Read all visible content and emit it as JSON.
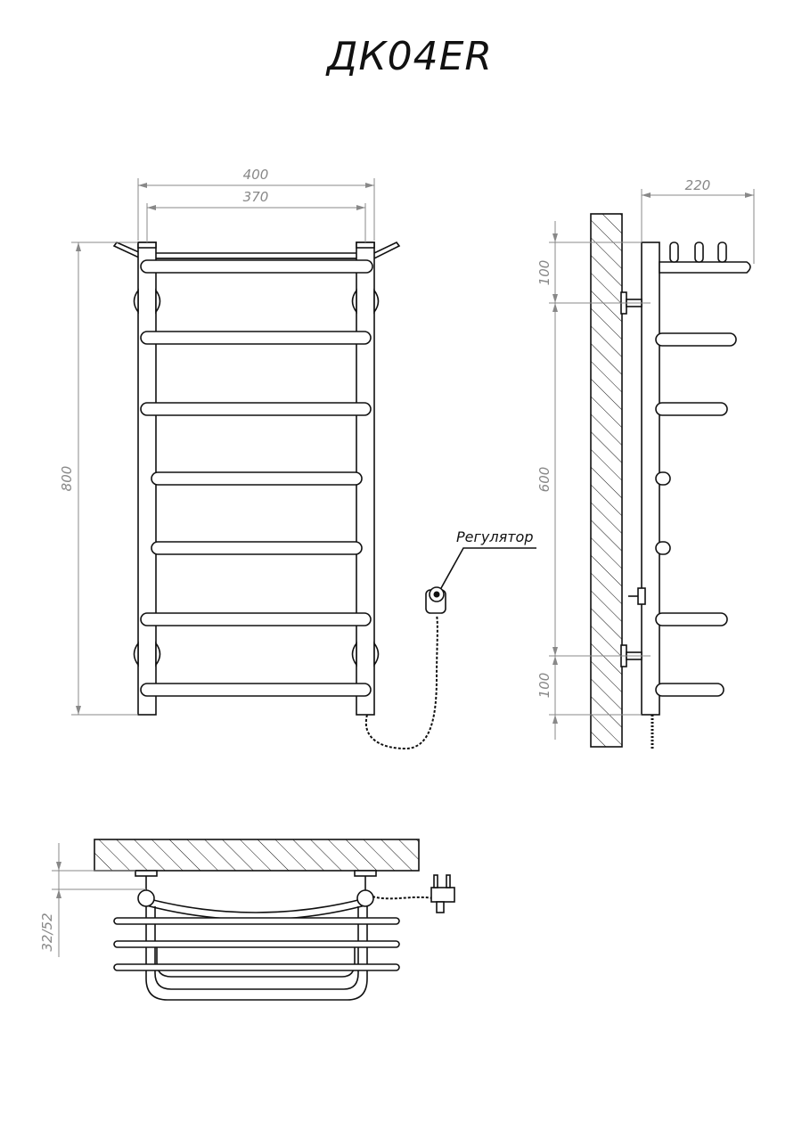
{
  "title": "ДК04ER",
  "dimensions": {
    "width_outer": "400",
    "width_inner": "370",
    "height_total": "800",
    "depth": "220",
    "top_offset": "100",
    "mount_spacing": "600",
    "bottom_offset": "100",
    "wall_gap": "32/52"
  },
  "labels": {
    "regulator": "Регулятор"
  },
  "colors": {
    "line": "#111111",
    "dimension": "#888888",
    "background": "#ffffff"
  }
}
